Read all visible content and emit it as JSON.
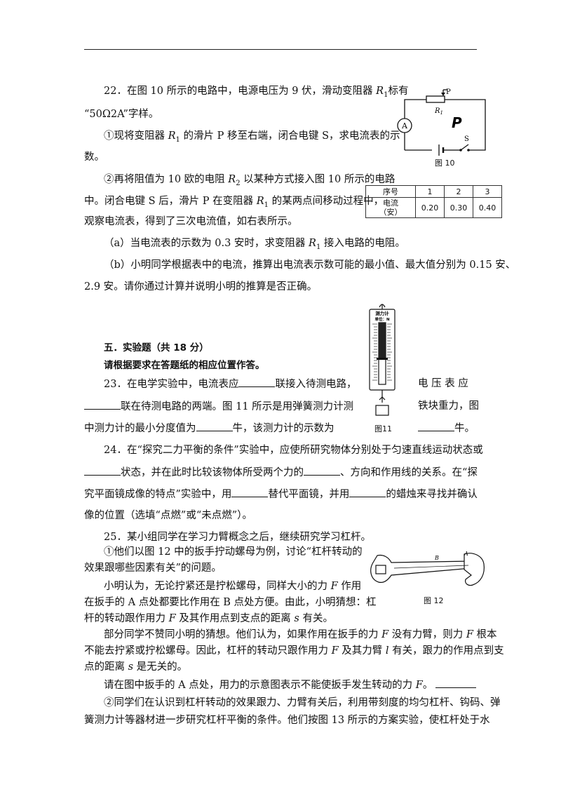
{
  "q22": {
    "l1": "22．在图 10 所示的电路中，电源电压为 9 伏，滑动变阻器 ",
    "r1": "R",
    "r1sub": "1",
    "l1b": "标有",
    "l2": "“50Ω2A”字样。",
    "p1a": "①现将变阻器 ",
    "p1b": " 的滑片 P 移至右端，闭合电键 S，求电流表的示",
    "p1c": "数。",
    "p2a": "②再将阻值为 10 欧的电阻 ",
    "r2": "R",
    "r2sub": "2",
    "p2b": " 以某种方式接入图 10 所示的电路",
    "p3a": "中。闭合电键 S 后，滑片 P 在变阻器 ",
    "p3b": " 的某两点间移动过程中，",
    "p4": "观察电流表，得到了三次电流值，如右表所示。",
    "pa1": "（a）当电流表的示数为 0.3 安时，求变阻器 ",
    "pa2": " 接入电路的电阻。",
    "pb1": "（b）小明同学根据表中的电流，推算出电流表示数可能的最小值、最大值分别为 0.15 安、",
    "pb2": "2.9 安。请你通过计算并说明小明的推算是否正确。"
  },
  "fig10": {
    "caption": "图 10",
    "ammeter": "A",
    "slider": "P",
    "resistor": "R",
    "resistor_sub": "1",
    "bigP": "P",
    "switch": "S"
  },
  "table": {
    "head": [
      "序号",
      "1",
      "2",
      "3"
    ],
    "rowlabel1": "电流",
    "rowlabel2": "（安）",
    "values": [
      "0.20",
      "0.30",
      "0.40"
    ]
  },
  "sec5": {
    "title": "五．实验题（共 18 分）",
    "note": "请根据要求在答题纸的相应位置作答。"
  },
  "q23": {
    "l1a": "23．在电学实验中，电流表应",
    "l1b": "联接入待测电路，",
    "l1c": "电 压 表 应",
    "l2a": "联在待测电路的两端。图 11 所示是用弹簧测力计测",
    "l2c": "铁块重力，图",
    "l3a": "中测力计的最小分度值为",
    "l3b": "牛，该测力计的示数为",
    "l3c": "牛。"
  },
  "fig11": {
    "caption": "图11",
    "head1": "测力计",
    "head2": "单位：N"
  },
  "q24": {
    "l1": "24．在“探究二力平衡的条件”实验中，应使所研究物体分别处于匀速直线运动状态或",
    "l2a": "状态，并在此时比较该物体所受两个力的",
    "l2b": "、方向和作用线的关系。在“探",
    "l3a": "究平面镜成像的特点”实验中，用",
    "l3b": "替代平面镜，并用",
    "l3c": "的蜡烛来寻找并确认",
    "l4": "像的位置（选填“点燃”或“未点燃”）。"
  },
  "q25": {
    "l1": "25．某小组同学在学习力臂概念之后，继续研究学习杠杆。",
    "l2": "①他们以图 12 中的扳手拧动螺母为例，讨论“杠杆转动的",
    "l3": "效果跟哪些因素有关”的问题。",
    "l4a": "小明认为，无论拧紧还是拧松螺母，同样大小的力 ",
    "F": "F",
    "l4b": " 作用",
    "l5": "在扳手的 A 点处都要比作用在 B 点处方便。由此，小明猜想：杠",
    "l6a": "杆的转动跟作用力 ",
    "l6b": " 及其作用点到支点的距离 ",
    "s": "s",
    "l6c": " 有关。",
    "l7a": "部分同学不赞同小明的猜想。他们认为，如果作用在扳手的力 ",
    "l7b": " 没有力臂，则力 ",
    "l7c": " 根本",
    "l8a": "不能去拧紧或拧松螺母。因此，杠杆的转动只跟作用力 ",
    "l8b": " 及其力臂 ",
    "l": "l",
    "l8c": " 有关，跟力的作用点到支",
    "l9a": "点的距离 ",
    "l9b": " 是无关的。",
    "l10a": "请在图中扳手的 A 点处，用力的示意图表示不能使扳手发生转动的力 ",
    "l10b": "。",
    "l11": "②同学们在认识到杠杆转动的效果跟力、力臂有关后，利用带刻度的均匀杠杆、钩码、弹",
    "l12": "簧测力计等器材进一步研究杠杆平衡的条件。他们按图 13 所示的方案实验，使杠杆处于水"
  },
  "fig12": {
    "caption": "图 12",
    "labelA": "A",
    "labelB": "B"
  }
}
